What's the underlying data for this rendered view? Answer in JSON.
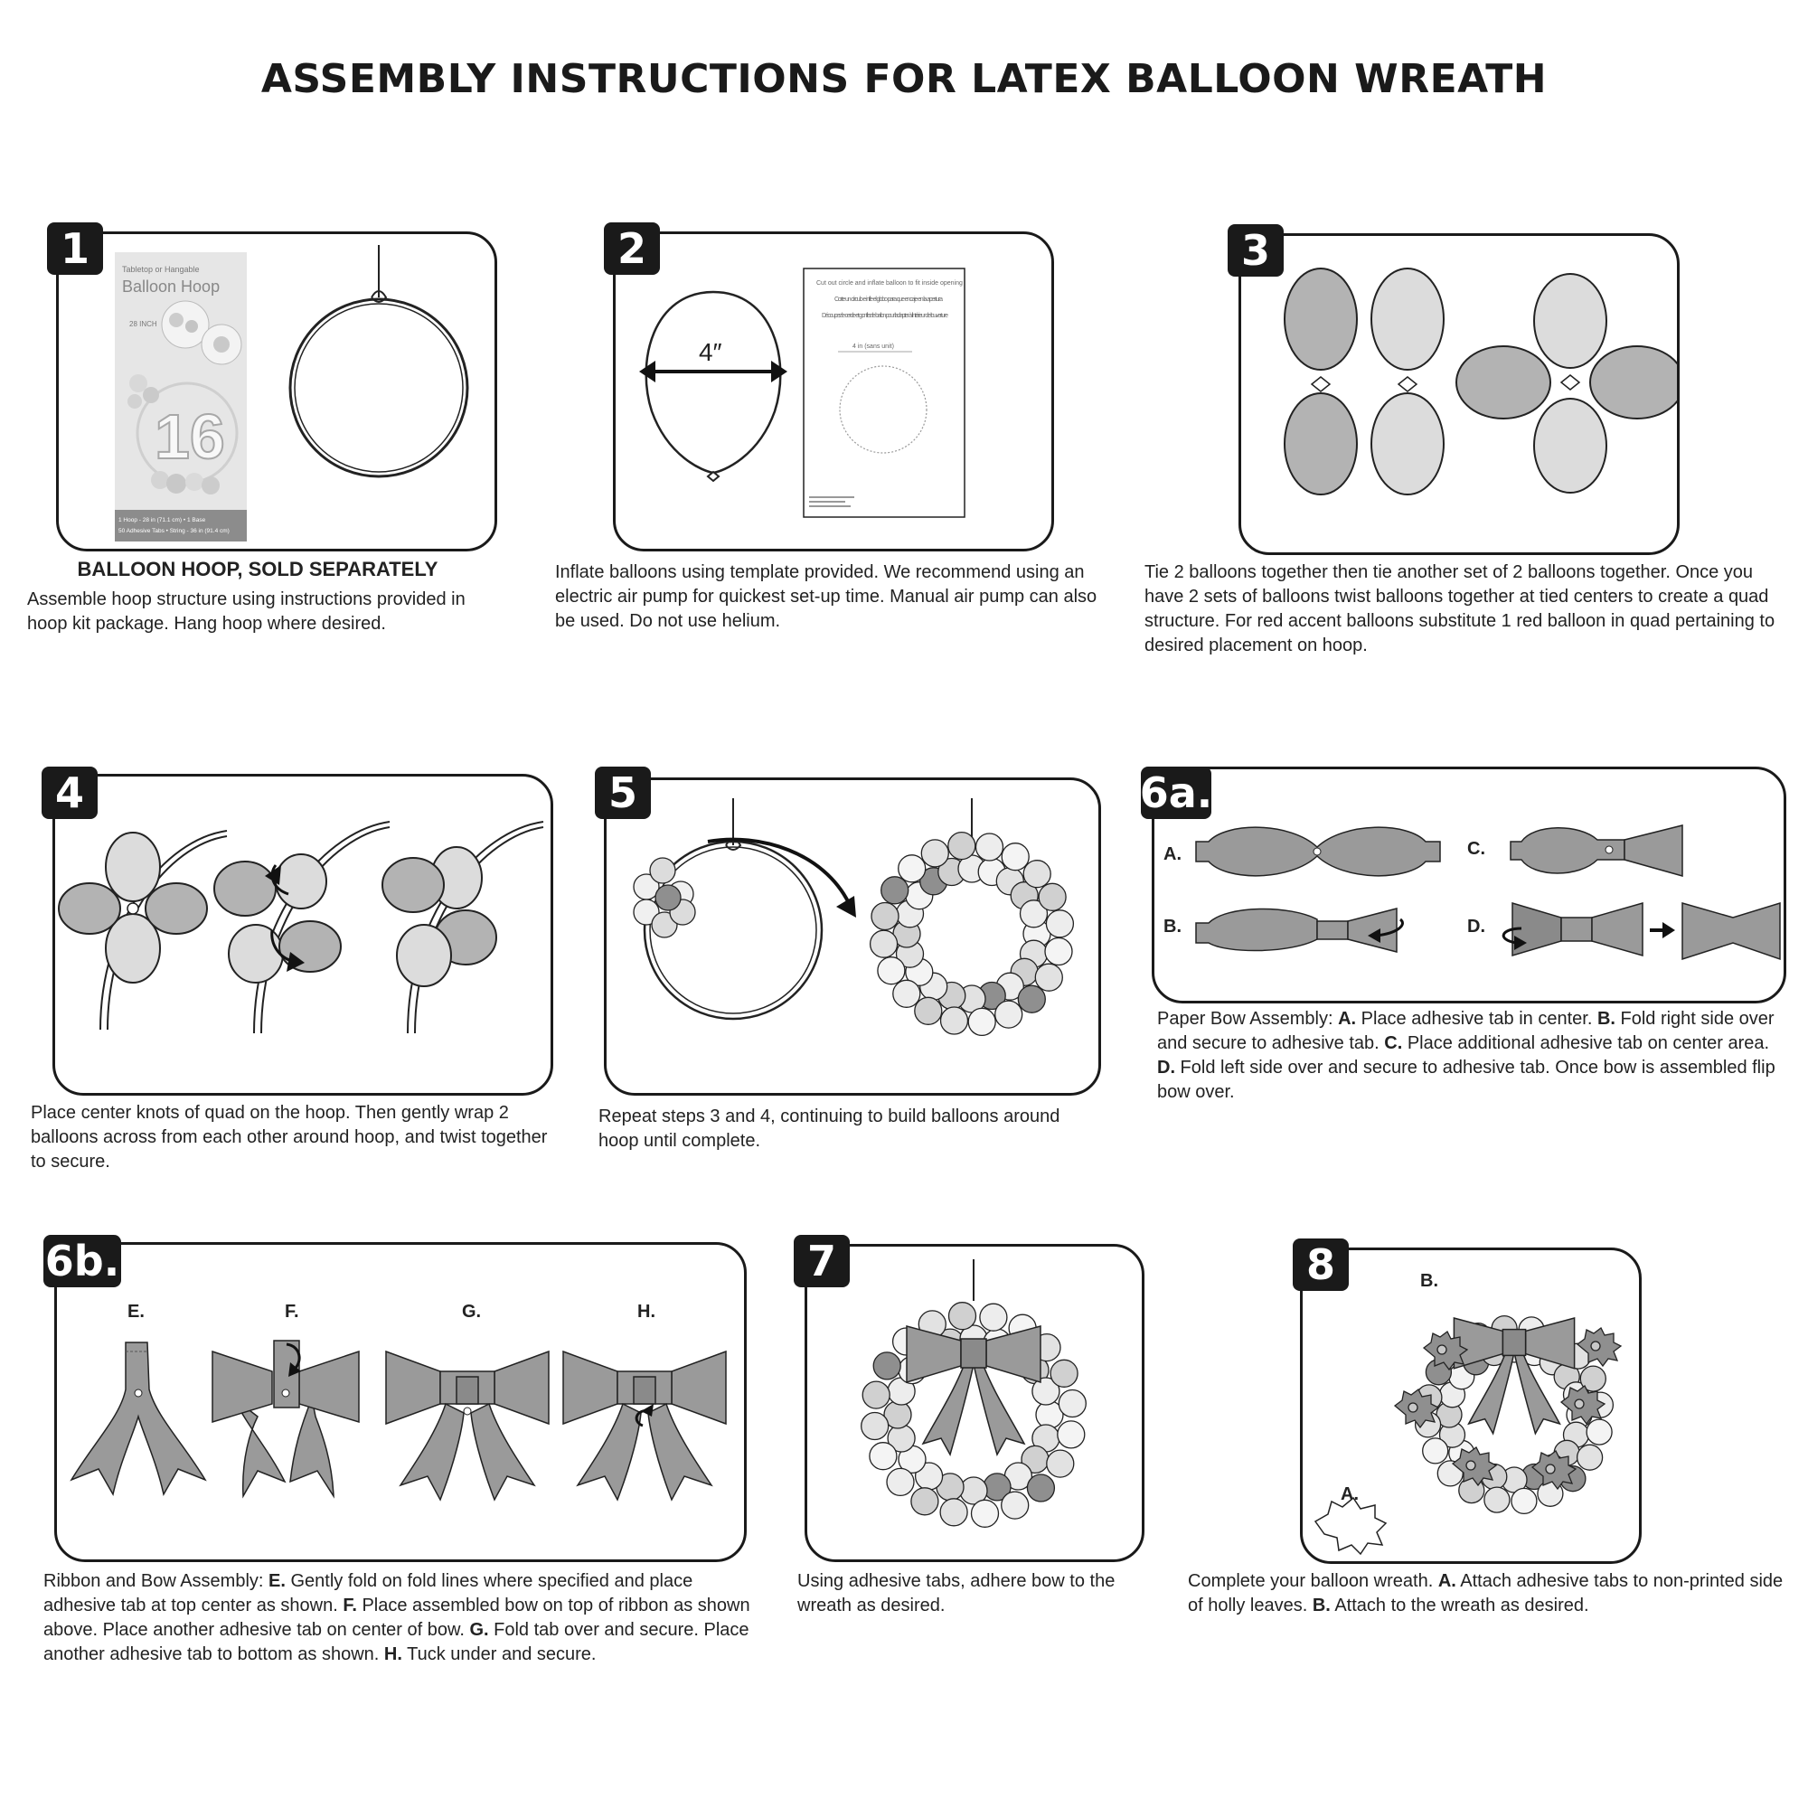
{
  "title": "ASSEMBLY INSTRUCTIONS FOR LATEX BALLOON WREATH",
  "steps": {
    "s1": {
      "badge": "1",
      "heading": "BALLOON HOOP, SOLD SEPARATELY",
      "text": "Assemble hoop structure using instructions provided in hoop kit package. Hang hoop where desired.",
      "box_small": "Tabletop or Hangable",
      "box_title": "Balloon Hoop",
      "box_size": "28 INCH",
      "box_number": "16",
      "box_footer": "1 Hoop - 28 in (71.1 cm) • 1 Base",
      "box_footer2": "50 Adhesive Tabs • String - 36 in (91.4 cm)"
    },
    "s2": {
      "badge": "2",
      "text": "Inflate balloons using template provided. We recommend using an electric air pump for quickest set-up time. Manual air pump can also be used. Do not use helium.",
      "measure": "4″",
      "template_line1": "Cut out circle and inflate balloon to fit inside opening",
      "template_line2": "Corte un círculo e infle el globo para que encaje en la apertura",
      "template_line3": "Découpez le cercle et gonflez le ballon pour l'adapter à l'intérieur de l'ouverture",
      "template_measure": "4 in (sans unit)"
    },
    "s3": {
      "badge": "3",
      "text": "Tie 2 balloons together then tie another set of 2 balloons together. Once you have 2 sets of balloons twist balloons together at tied centers to create a quad structure. For red accent balloons substitute 1 red balloon in quad pertaining to desired placement on hoop."
    },
    "s4": {
      "badge": "4",
      "text": "Place center knots of quad on the hoop. Then gently wrap 2 balloons across from each other around hoop, and twist together to secure."
    },
    "s5": {
      "badge": "5",
      "text": "Repeat steps 3 and 4, continuing to build balloons around hoop until complete."
    },
    "s6a": {
      "badge": "6a.",
      "labels": [
        "A.",
        "B.",
        "C.",
        "D."
      ],
      "intro": "Paper Bow Assembly: ",
      "parts": [
        {
          "k": "A.",
          "t": " Place adhesive tab in center. "
        },
        {
          "k": "B.",
          "t": " Fold right side over and secure to adhesive tab. "
        },
        {
          "k": "C.",
          "t": " Place additional adhesive tab on center area. "
        },
        {
          "k": "D.",
          "t": " Fold left side over and secure to adhesive tab. Once bow is assembled flip bow over."
        }
      ]
    },
    "s6b": {
      "badge": "6b.",
      "labels": [
        "E.",
        "F.",
        "G.",
        "H."
      ],
      "intro": "Ribbon and Bow Assembly: ",
      "parts": [
        {
          "k": "E.",
          "t": " Gently fold on fold lines where specified and place adhesive tab at top center as shown. "
        },
        {
          "k": "F.",
          "t": " Place assembled bow on top of ribbon as shown above. Place another adhesive tab on center of bow. "
        },
        {
          "k": "G.",
          "t": " Fold tab over and secure. Place another adhesive tab to bottom as shown. "
        },
        {
          "k": "H.",
          "t": " Tuck under and secure."
        }
      ]
    },
    "s7": {
      "badge": "7",
      "text": "Using adhesive tabs, adhere bow to the wreath as desired."
    },
    "s8": {
      "badge": "8",
      "labels": [
        "A.",
        "B."
      ],
      "intro": "Complete your balloon wreath. ",
      "parts": [
        {
          "k": "A.",
          "t": " Attach adhesive tabs to non-printed side of holly leaves. "
        },
        {
          "k": "B.",
          "t": " Attach to the wreath as desired."
        }
      ]
    }
  },
  "colors": {
    "dark_balloon": "#8f8f8f",
    "mid_balloon": "#b3b3b3",
    "light_balloon": "#dcdcdc",
    "ribbon": "#9a9a9a"
  }
}
